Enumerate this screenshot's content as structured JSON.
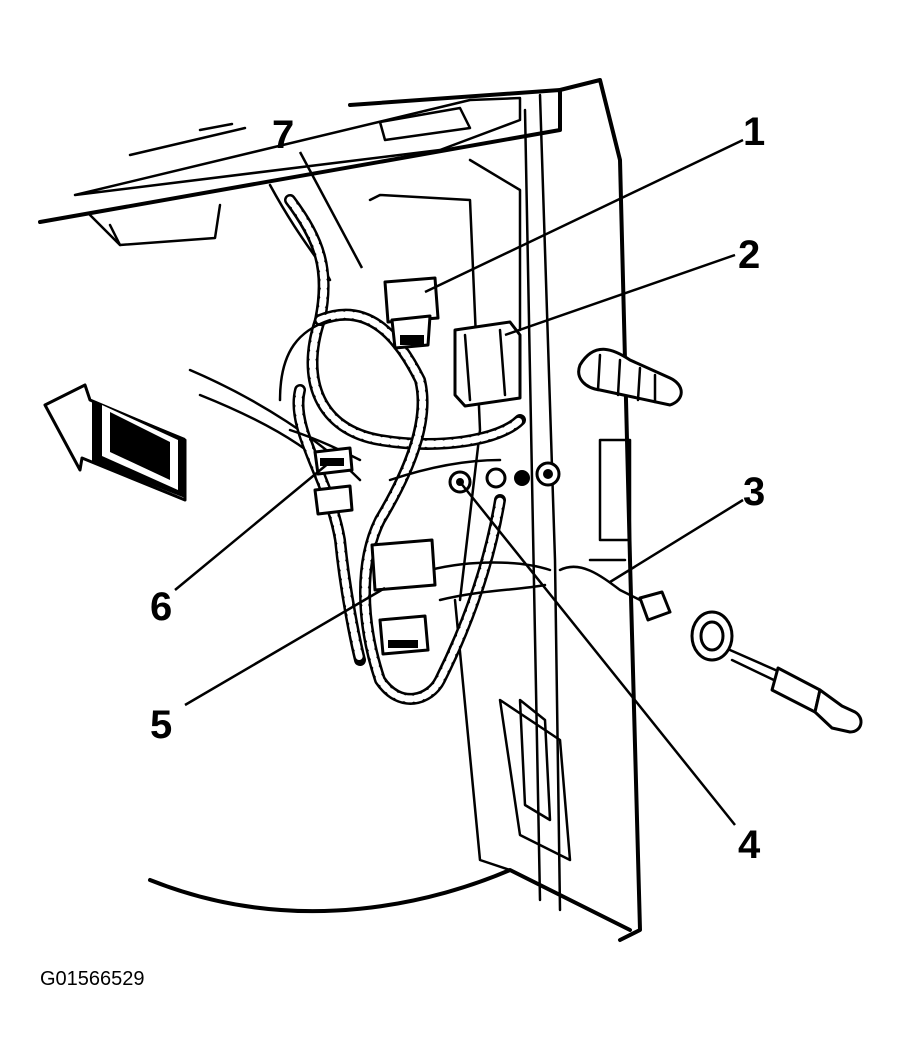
{
  "figure_id": "G01566529",
  "callouts": [
    {
      "num": "1",
      "label_pos": "top-right"
    },
    {
      "num": "2",
      "label_pos": "right"
    },
    {
      "num": "3",
      "label_pos": "right"
    },
    {
      "num": "4",
      "label_pos": "bottom-right"
    },
    {
      "num": "5",
      "label_pos": "bottom-left"
    },
    {
      "num": "6",
      "label_pos": "left"
    },
    {
      "num": "7",
      "label_pos": "top"
    }
  ],
  "icons": [
    "forward-direction-arrow-icon"
  ]
}
